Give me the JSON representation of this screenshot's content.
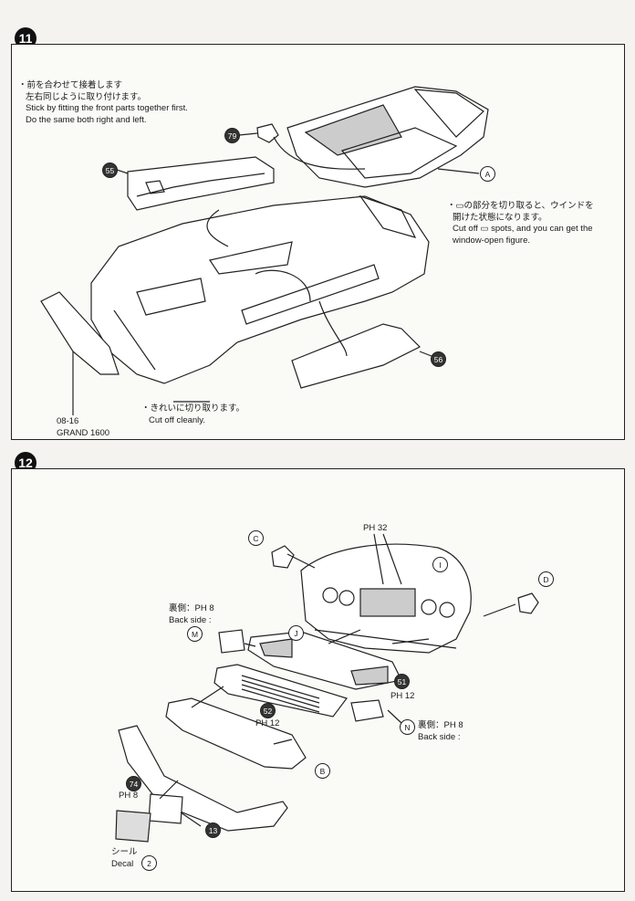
{
  "step11": {
    "number": "11",
    "note_front": [
      "・前を合わせて接着します",
      "左右同じように取り付けます。",
      "Stick by fitting the front parts together first.",
      "Do the same both right and left."
    ],
    "note_window": [
      "・▭の部分を切り取ると、ウインドを",
      "開けた状態になります。",
      "Cut off ▭ spots, and you can get the",
      "window-open figure."
    ],
    "note_cut": [
      "・きれいに切り取ります。",
      "Cut off cleanly."
    ],
    "part_ref": [
      "08-16",
      "GRAND 1600"
    ],
    "callouts": {
      "p79": "79",
      "p55": "55",
      "pA": "A",
      "p56": "56"
    }
  },
  "step12": {
    "number": "12",
    "callouts": {
      "pC": "C",
      "pD": "D",
      "pI": "I",
      "pJ": "J",
      "pM": "M",
      "pN": "N",
      "p51": "51",
      "p52": "52",
      "pB": "B",
      "p74": "74",
      "p13": "13",
      "p2": "2"
    },
    "ph32": "PH 32",
    "ph8_top": "PH 8",
    "ph12_a": "PH 12",
    "ph12_b": "PH 12",
    "ph8_n": "PH 8",
    "ph8_74": "PH 8",
    "back_side_m": [
      "裏側：",
      "Back side :"
    ],
    "back_side_n": [
      "裏側：",
      "Back side :"
    ],
    "decal": [
      "シール",
      "Decal"
    ]
  }
}
